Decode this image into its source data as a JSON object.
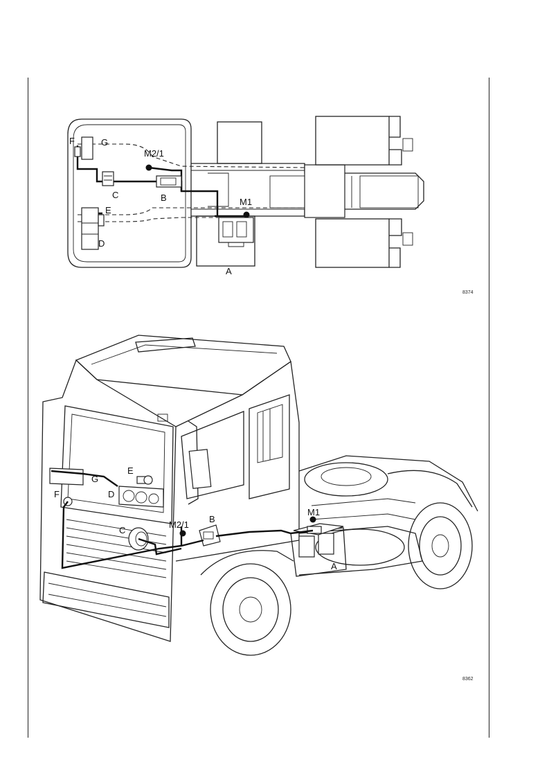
{
  "top_diagram": {
    "figure_ref": "8374",
    "labels": {
      "F": "F",
      "G": "G",
      "M2_1": "M2/1",
      "C": "C",
      "B": "B",
      "E": "E",
      "M1": "M1",
      "D": "D",
      "A": "A"
    }
  },
  "bottom_diagram": {
    "figure_ref": "8362",
    "labels": {
      "E": "E",
      "G": "G",
      "F": "F",
      "D": "D",
      "C": "C",
      "M2_1": "M2/1",
      "B": "B",
      "M1": "M1",
      "A": "A"
    }
  }
}
